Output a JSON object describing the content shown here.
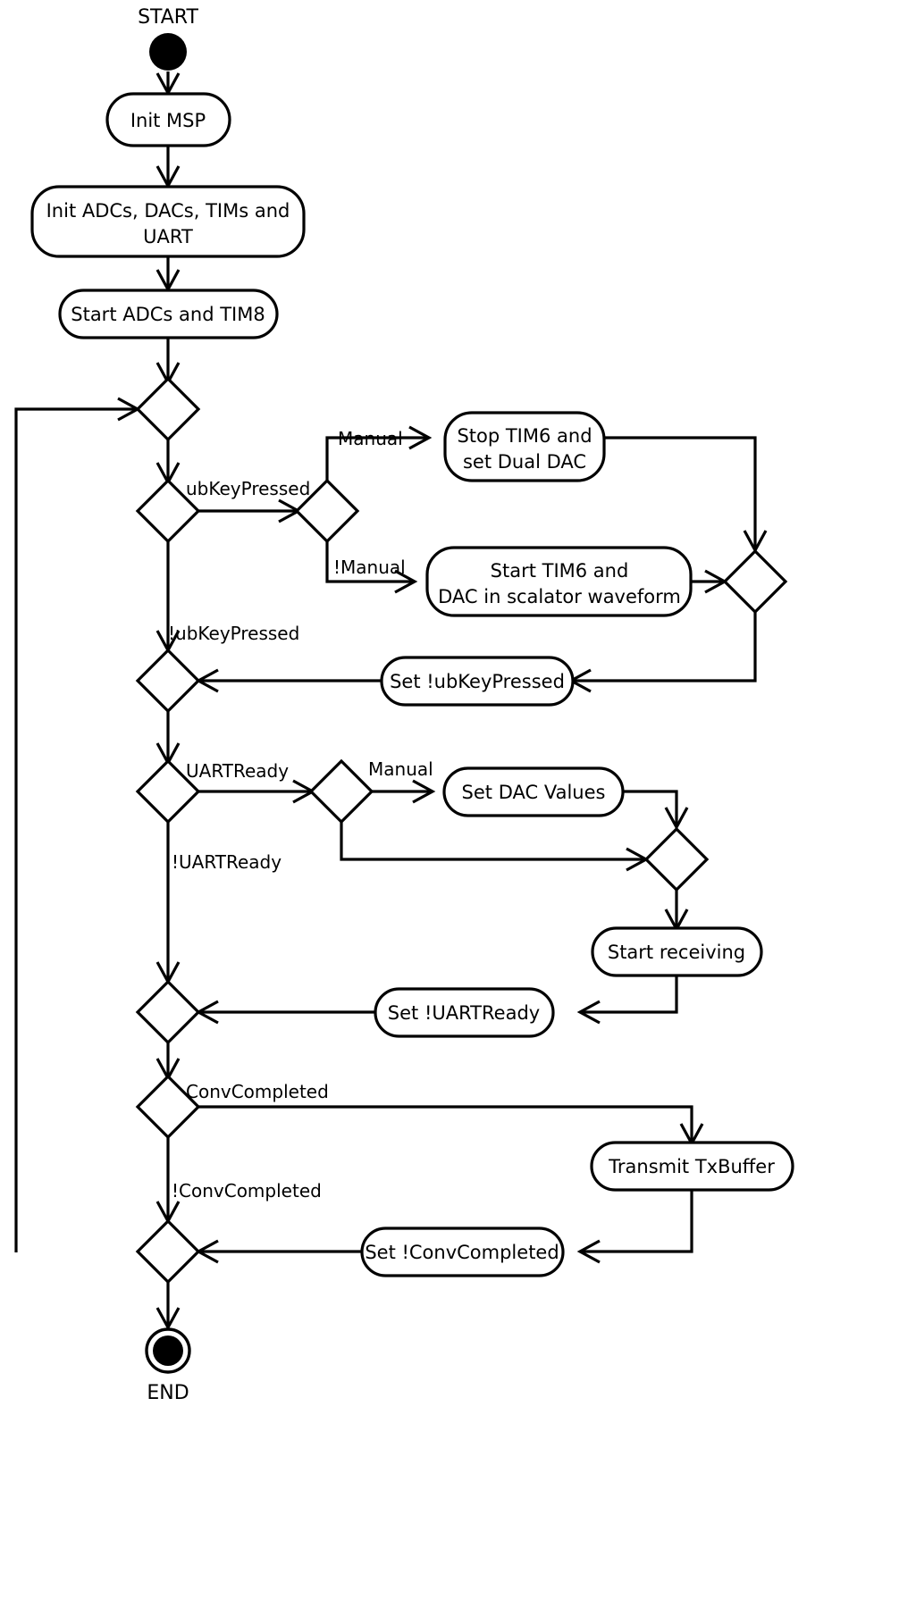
{
  "diagram": {
    "title": "Firmware main loop activity diagram",
    "type": "uml-activity-diagram",
    "background_color": "#ffffff",
    "stroke_color": "#000000",
    "terminals": {
      "start_label": "START",
      "end_label": "END"
    },
    "activities": [
      {
        "id": "init-msp",
        "label": "Init MSP"
      },
      {
        "id": "init-periph",
        "label_line1": "Init ADCs, DACs, TIMs and",
        "label_line2": "UART"
      },
      {
        "id": "start-adcs",
        "label": "Start ADCs and TIM8"
      },
      {
        "id": "stop-tim6",
        "label_line1": "Stop TIM6 and",
        "label_line2": "set Dual DAC"
      },
      {
        "id": "start-tim6",
        "label_line1": "Start TIM6 and",
        "label_line2": "DAC in scalator waveform"
      },
      {
        "id": "set-not-ubkeypressed",
        "label": "Set !ubKeyPressed"
      },
      {
        "id": "set-dac-values",
        "label": "Set DAC Values"
      },
      {
        "id": "start-receiving",
        "label": "Start receiving"
      },
      {
        "id": "set-not-uartready",
        "label": "Set !UARTReady"
      },
      {
        "id": "transmit-txbuffer",
        "label": "Transmit TxBuffer"
      },
      {
        "id": "set-not-convcompleted",
        "label": "Set !ConvCompleted"
      }
    ],
    "guards": [
      {
        "id": "guard-ubkeypressed",
        "label": "ubKeyPressed"
      },
      {
        "id": "guard-not-ubkeypressed",
        "label": "!ubKeyPressed"
      },
      {
        "id": "guard-manual-1",
        "label": "Manual"
      },
      {
        "id": "guard-not-manual-1",
        "label": "!Manual"
      },
      {
        "id": "guard-uartready",
        "label": "UARTReady"
      },
      {
        "id": "guard-not-uartready",
        "label": "!UARTReady"
      },
      {
        "id": "guard-manual-2",
        "label": "Manual"
      },
      {
        "id": "guard-convcompleted",
        "label": "ConvCompleted"
      },
      {
        "id": "guard-not-convcompleted",
        "label": "!ConvCompleted"
      }
    ],
    "decisions": [
      {
        "id": "merge-loop-top"
      },
      {
        "id": "decision-ubkeypressed"
      },
      {
        "id": "decision-manual-1"
      },
      {
        "id": "merge-dac-branch"
      },
      {
        "id": "merge-after-ubkey"
      },
      {
        "id": "decision-uartready"
      },
      {
        "id": "decision-manual-2"
      },
      {
        "id": "merge-dac-values"
      },
      {
        "id": "merge-after-uart"
      },
      {
        "id": "decision-convcompleted"
      },
      {
        "id": "merge-after-conv"
      }
    ]
  }
}
